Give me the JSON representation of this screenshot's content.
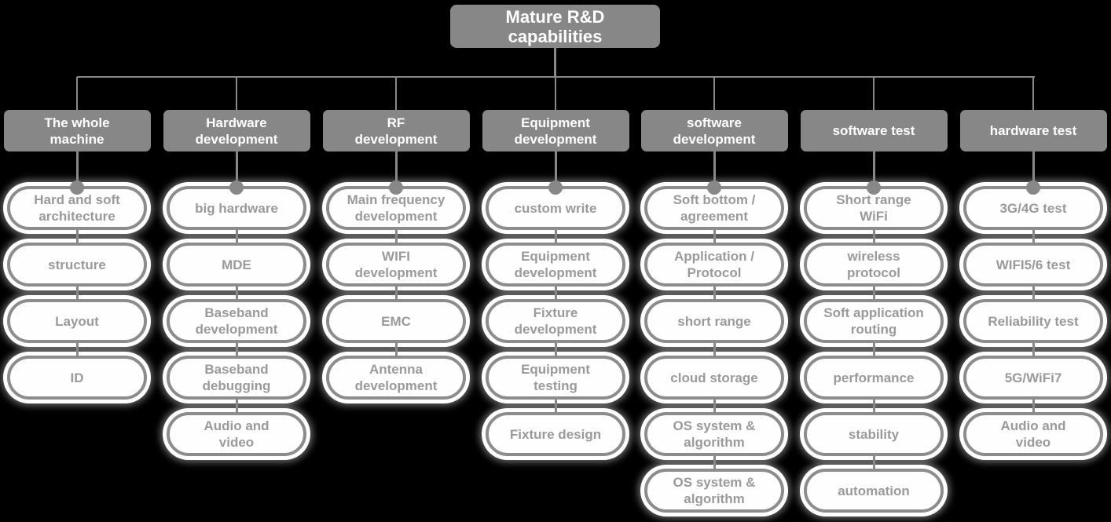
{
  "root": {
    "label": "Mature R&D\ncapabilities"
  },
  "columns": [
    {
      "header": "The whole\nmachine",
      "items": [
        "Hard and soft\narchitecture",
        "structure",
        "Layout",
        "ID"
      ]
    },
    {
      "header": "Hardware\ndevelopment",
      "items": [
        "big hardware",
        "MDE",
        "Baseband\ndevelopment",
        "Baseband\ndebugging",
        "Audio and\nvideo"
      ]
    },
    {
      "header": "RF\ndevelopment",
      "items": [
        "Main frequency\ndevelopment",
        "WIFI\ndevelopment",
        "EMC",
        "Antenna\ndevelopment"
      ]
    },
    {
      "header": "Equipment\ndevelopment",
      "items": [
        "custom write",
        "Equipment\ndevelopment",
        "Fixture\ndevelopment",
        "Equipment\ntesting",
        "Fixture design"
      ]
    },
    {
      "header": "software\ndevelopment",
      "items": [
        "Soft bottom /\nagreement",
        "Application /\nProtocol",
        "short range",
        "cloud storage",
        "OS system &\nalgorithm",
        "OS system &\nalgorithm"
      ]
    },
    {
      "header": "software test",
      "items": [
        "Short range\nWiFi",
        "wireless\nprotocol",
        "Soft application\nrouting",
        "performance",
        "stability",
        "automation"
      ]
    },
    {
      "header": "hardware test",
      "items": [
        "3G/4G test",
        "WIFI5/6 test",
        "Reliability test",
        "5G/WiFi7",
        "Audio and\nvideo"
      ]
    }
  ],
  "colors": {
    "background": "#000000",
    "node_fill": "#878787",
    "node_text": "#ffffff",
    "pill_fill": "#fefefe",
    "pill_border": "#8c8c8c",
    "pill_text": "#9a9a9a",
    "connector": "#888888",
    "glow": "#ffffff"
  }
}
